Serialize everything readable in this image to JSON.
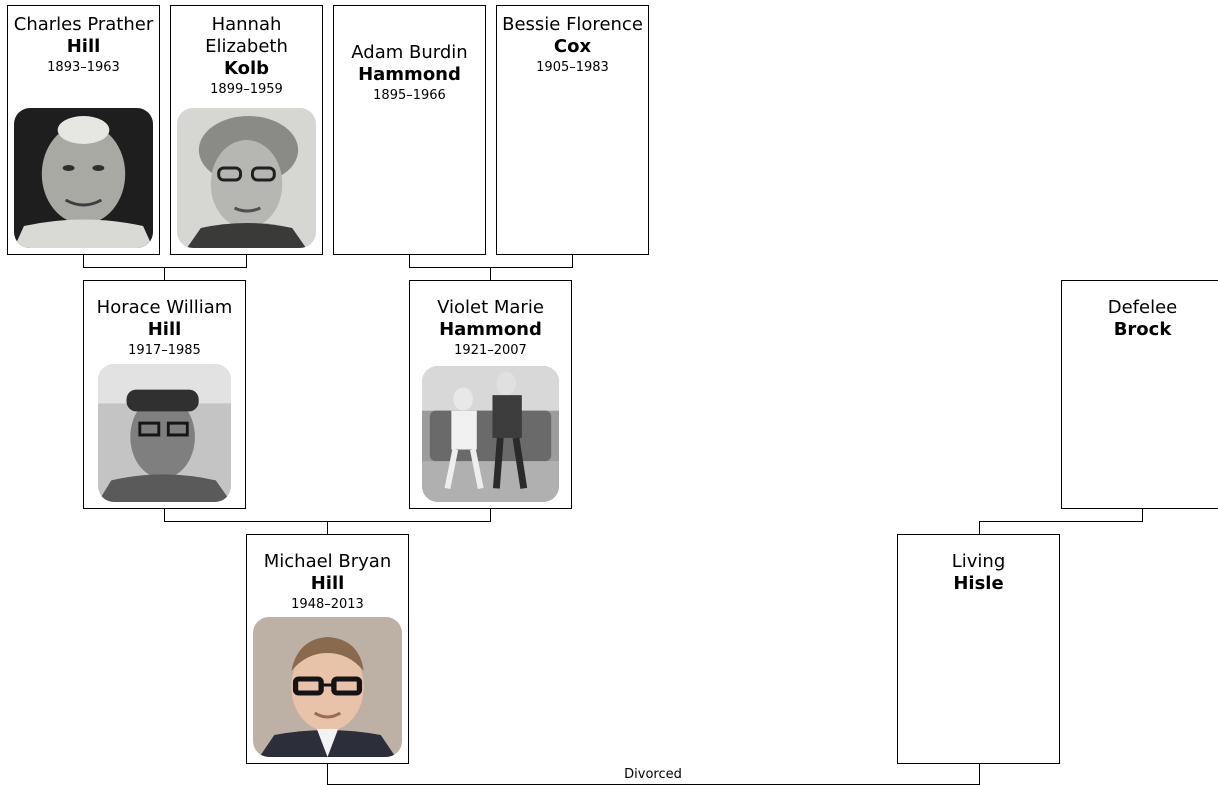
{
  "people": {
    "charles": {
      "given": "Charles Prather",
      "surname": "Hill",
      "dates": "1893–1963",
      "photo": "portrait-photo-older-man"
    },
    "hannah": {
      "given": "Hannah Elizabeth",
      "surname": "Kolb",
      "dates": "1899–1959",
      "photo": "portrait-photo-older-woman"
    },
    "adam": {
      "given": "Adam Burdin",
      "surname": "Hammond",
      "dates": "1895–1966"
    },
    "bessie": {
      "given": "Bessie Florence",
      "surname": "Cox",
      "dates": "1905–1983"
    },
    "horace": {
      "given": "Horace William",
      "surname": "Hill",
      "dates": "1917–1985",
      "photo": "portrait-photo-man-glasses"
    },
    "violet": {
      "given": "Violet Marie",
      "surname": "Hammond",
      "dates": "1921–2007",
      "photo": "couple-on-sofa-photo"
    },
    "defelee": {
      "given": "Defelee",
      "surname": "Brock"
    },
    "michael": {
      "given": "Michael Bryan",
      "surname": "Hill",
      "dates": "1948–2013",
      "photo": "portrait-photo-young-man-glasses"
    },
    "living": {
      "given": "Living",
      "surname": "Hisle"
    }
  },
  "relationship_label": "Divorced"
}
